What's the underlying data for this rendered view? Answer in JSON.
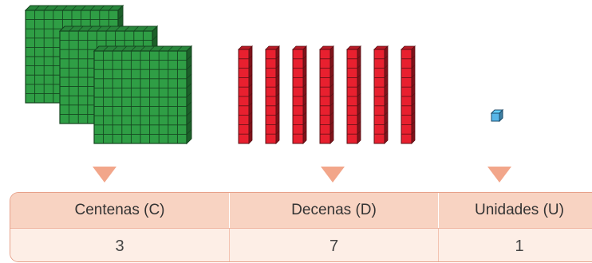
{
  "blocks": {
    "centenas": {
      "count": 3,
      "color": "#2f9e45",
      "grid_color": "#14451f"
    },
    "decenas": {
      "count": 7,
      "color": "#e8202f",
      "grid_color": "#5a1014"
    },
    "unidades": {
      "count": 1,
      "color": "#58b6e8",
      "grid_color": "#1d4b6a"
    }
  },
  "arrow_color": "#f2a68a",
  "table": {
    "headers": [
      "Centenas (C)",
      "Decenas (D)",
      "Unidades (U)"
    ],
    "values": [
      "3",
      "7",
      "1"
    ]
  }
}
